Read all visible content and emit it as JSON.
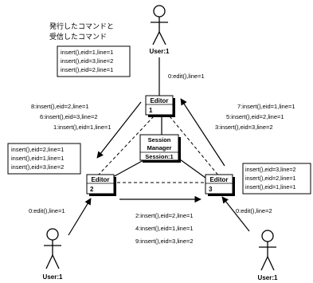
{
  "legend": {
    "line1": "発行したコマンドと",
    "line2": "受信したコマンド",
    "entries": [
      "insert(),eid=1,line=1",
      "insert(),eid=3,line=2",
      "insert(),eid=2,line=1"
    ]
  },
  "users": {
    "top": "User:1",
    "left": "User:1",
    "right": "User:1"
  },
  "editors": {
    "e1": {
      "name": "Editor",
      "id": "1"
    },
    "e2": {
      "name": "Editor",
      "id": "2"
    },
    "e3": {
      "name": "Editor",
      "id": "3"
    }
  },
  "session": {
    "line1": "Session",
    "line2": "Manager",
    "line3": "Session:1"
  },
  "edits": {
    "top": "0:edit(),line=1",
    "left": "0:edit(),line=1",
    "right": "0:edit(),line=2"
  },
  "msgs_to_e2": [
    "8:insert(),eid=2,line=1",
    "6:insert(),eid=3,line=2",
    "1:insert(),eid=1,line=1"
  ],
  "msgs_to_e1": [
    "7:insert(),eid=1,line=1",
    "5:insert(),eid=2,line=1",
    "3:insert(),eid=3,line=2"
  ],
  "msgs_to_e3": [
    "2:insert(),eid=2,line=1",
    "4:insert(),eid=1,line=1",
    "9:insert(),eid=3,line=2"
  ],
  "box_e2": [
    "insert(),eid=2,line=1",
    "insert(),eid=1,line=1",
    "insert(),eid=3,line=2"
  ],
  "box_e3": [
    "insert(),eid=3,line=2",
    "insert(),eid=2,line=1",
    "insert(),eid=1,line=1"
  ]
}
